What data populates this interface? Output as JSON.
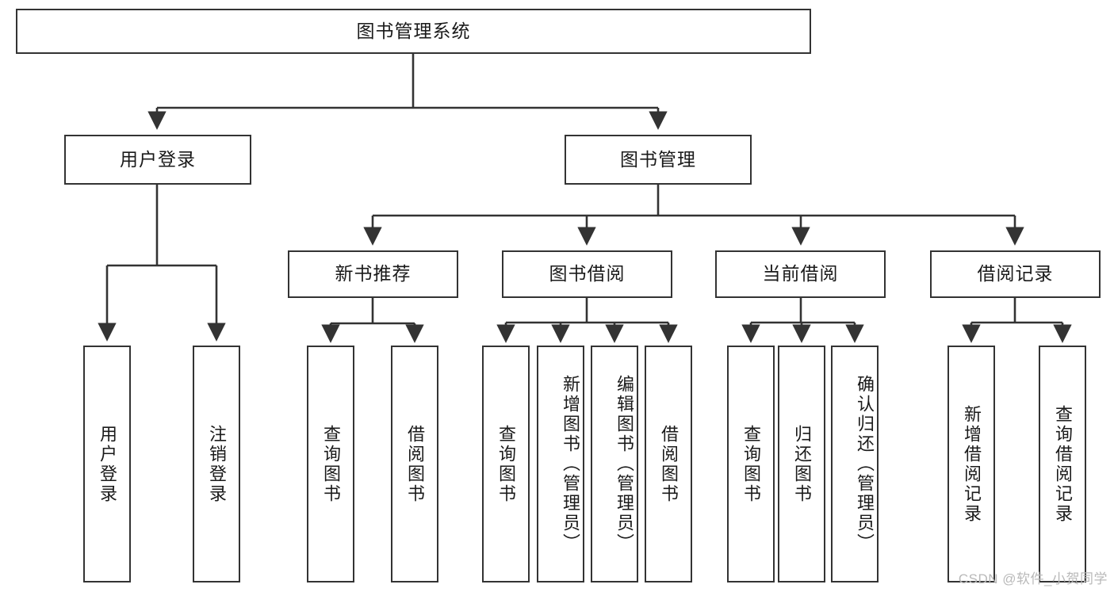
{
  "diagram": {
    "title": "图书管理系统",
    "type": "tree-hierarchy-diagram",
    "colors": {
      "box_border": "#333333",
      "box_fill": "#ffffff",
      "edge": "#333333",
      "text": "#1a1a1a",
      "watermark": "#b9b9b9"
    },
    "root": {
      "label": "图书管理系统"
    },
    "level1": [
      {
        "label": "用户登录"
      },
      {
        "label": "图书管理"
      }
    ],
    "level2": [
      {
        "label": "新书推荐"
      },
      {
        "label": "图书借阅"
      },
      {
        "label": "当前借阅"
      },
      {
        "label": "借阅记录"
      }
    ],
    "leaves": {
      "user_login": [
        {
          "label": "用户登录"
        },
        {
          "label": "注销登录"
        }
      ],
      "new_book_recommend": [
        {
          "label": "查询图书"
        },
        {
          "label": "借阅图书"
        }
      ],
      "book_borrow": [
        {
          "label": "查询图书"
        },
        {
          "label": "新增图书（管理员）"
        },
        {
          "label": "编辑图书（管理员）"
        },
        {
          "label": "借阅图书"
        }
      ],
      "current_borrow": [
        {
          "label": "查询图书"
        },
        {
          "label": "归还图书"
        },
        {
          "label": "确认归还（管理员）"
        }
      ],
      "borrow_record": [
        {
          "label": "新增借阅记录"
        },
        {
          "label": "查询借阅记录"
        }
      ]
    }
  },
  "watermark": {
    "text": "CSDN @软件_小贺同学"
  }
}
